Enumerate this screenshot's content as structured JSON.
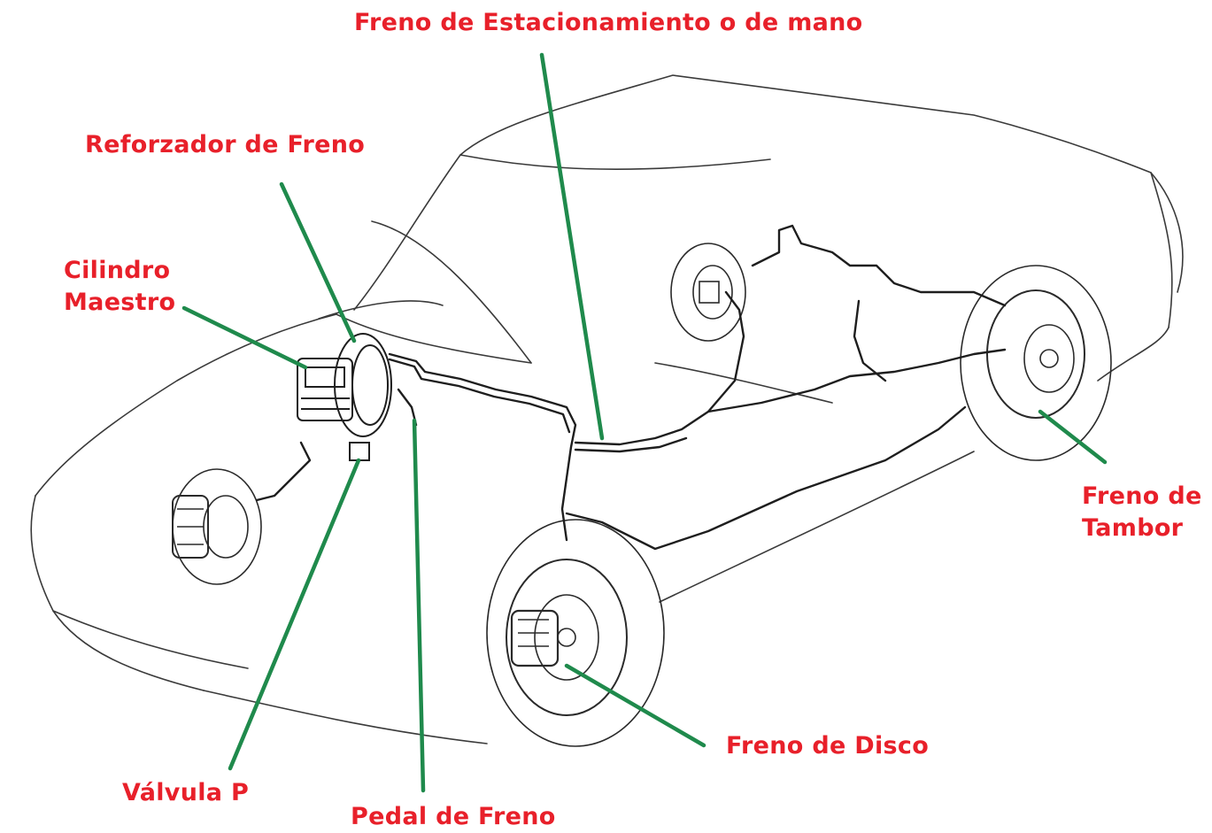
{
  "labels": {
    "parking_brake": "Freno de Estacionamiento o de mano",
    "brake_booster": "Reforzador de Freno",
    "master_cylinder_line1": "Cilindro",
    "master_cylinder_line2": "Maestro",
    "drum_brake_line1": "Freno de",
    "drum_brake_line2": "Tambor",
    "disc_brake": "Freno de Disco",
    "p_valve": "Válvula P",
    "brake_pedal": "Pedal de Freno"
  },
  "colors": {
    "label_text": "#e8202a",
    "leader_line": "#1f8a4c",
    "drawing_line": "#2a2a2a"
  }
}
